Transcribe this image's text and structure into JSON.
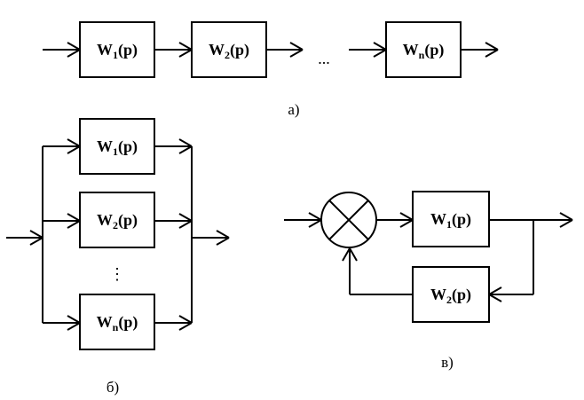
{
  "diagram_a": {
    "caption": "а)",
    "ellipsis": "...",
    "blocks": [
      {
        "main": "W",
        "sub": "1",
        "tail": "(p)"
      },
      {
        "main": "W",
        "sub": "2",
        "tail": "(p)"
      },
      {
        "main": "W",
        "sub": "n",
        "tail": "(p)"
      }
    ]
  },
  "diagram_b": {
    "caption": "б)",
    "ellipsis": "⋮",
    "blocks": [
      {
        "main": "W",
        "sub": "1",
        "tail": "(p)"
      },
      {
        "main": "W",
        "sub": "2",
        "tail": "(p)"
      },
      {
        "main": "W",
        "sub": "n",
        "tail": "(p)"
      }
    ]
  },
  "diagram_c": {
    "caption": "в)",
    "blocks": [
      {
        "main": "W",
        "sub": "1",
        "tail": "(p)"
      },
      {
        "main": "W",
        "sub": "2",
        "tail": "(p)"
      }
    ]
  }
}
